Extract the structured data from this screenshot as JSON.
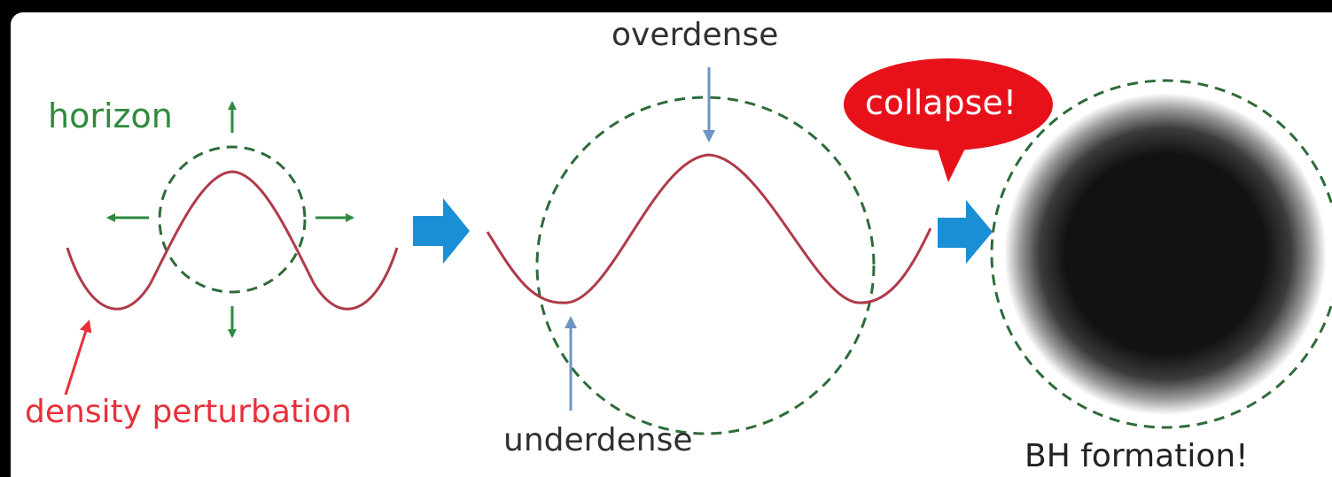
{
  "labels": {
    "horizon": "horizon",
    "density_perturbation": "density perturbation",
    "overdense": "overdense",
    "underdense": "underdense",
    "collapse": "collapse!",
    "bh_formation": "BH formation!"
  },
  "colors": {
    "background_border": "#000000",
    "panel": "#ffffff",
    "wave": "#b03a4a",
    "horizon": "#2e6b3a",
    "horizon_arrow": "#2e8a3e",
    "density_label": "#e8303a",
    "pointer_arrow": "#6f93c4",
    "flow_arrow": "#1a8fd6",
    "callout": "#e8111a",
    "black_hole": "#111111"
  },
  "icons": {
    "flow_arrow": "block-right-arrow",
    "expansion_arrows": "arrows-outward",
    "pointer_arrow": "thin-arrow"
  }
}
